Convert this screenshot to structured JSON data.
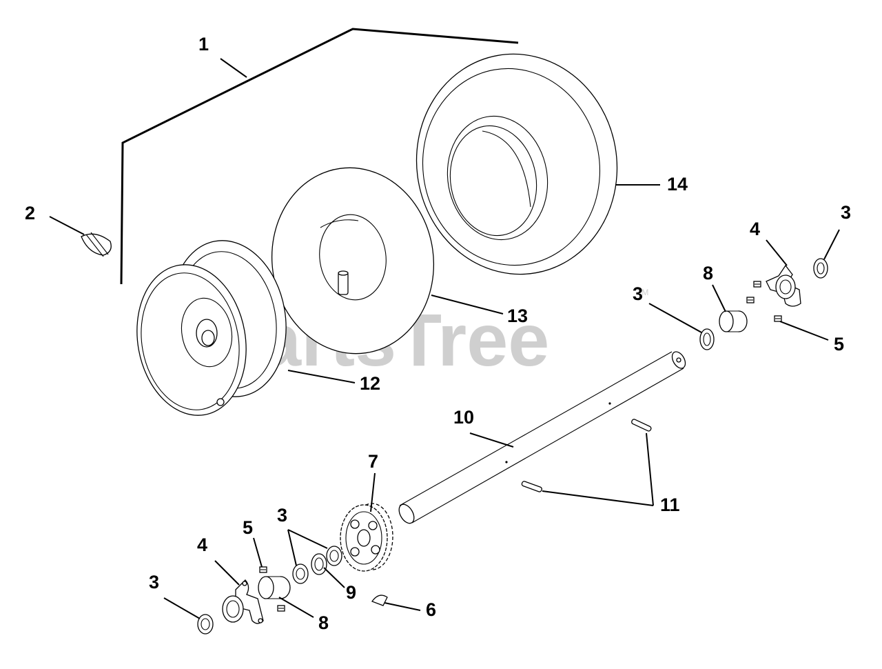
{
  "watermark": {
    "text": "PartsTree",
    "mark": "TM"
  },
  "callouts": {
    "c1": "1",
    "c2": "2",
    "c3_right": "3",
    "c3_mid": "3",
    "c3_gear": "3",
    "c3_left": "3",
    "c4_right": "4",
    "c4_left": "4",
    "c5_right": "5",
    "c5_left": "5",
    "c6": "6",
    "c7": "7",
    "c8_right": "8",
    "c8_left": "8",
    "c9": "9",
    "c10": "10",
    "c11": "11",
    "c12": "12",
    "c13": "13",
    "c14": "14"
  },
  "parts": [
    {
      "name": "tire",
      "callout": "14"
    },
    {
      "name": "inner-tube",
      "callout": "13"
    },
    {
      "name": "wheel-rim",
      "callout": "12"
    },
    {
      "name": "axle-shaft",
      "callout": "10"
    },
    {
      "name": "gear",
      "callout": "7"
    },
    {
      "name": "bearing-flange",
      "callout": "4"
    },
    {
      "name": "bushing",
      "callout": "8"
    },
    {
      "name": "washer",
      "callout": "3"
    },
    {
      "name": "set-screw",
      "callout": "5"
    },
    {
      "name": "woodruff-key",
      "callout": "6"
    },
    {
      "name": "roll-pin",
      "callout": "11"
    },
    {
      "name": "bearing-ring",
      "callout": "9"
    },
    {
      "name": "hairpin-clip",
      "callout": "2"
    },
    {
      "name": "wheel-assembly",
      "callout": "1"
    }
  ]
}
